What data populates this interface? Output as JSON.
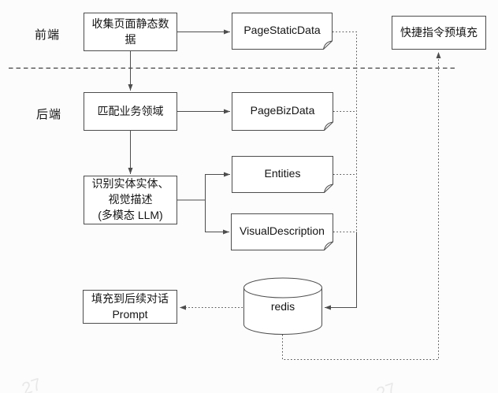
{
  "diagram": {
    "lanes": {
      "frontend": "前端",
      "backend": "后端"
    },
    "nodes": {
      "collect_static": "收集页面静态数据",
      "page_static_data": "PageStaticData",
      "shortcut_prefill": "快捷指令预填充",
      "match_biz_domain": "匹配业务领域",
      "page_biz_data": "PageBizData",
      "recognize_entities": {
        "lines": [
          "识别实体实体、视觉描述",
          "(多模态 LLM)"
        ]
      },
      "entities": "Entities",
      "visual_description": "VisualDescription",
      "fill_prompt": {
        "lines": [
          "填充到后续对话",
          "Prompt"
        ]
      },
      "redis": "redis"
    },
    "edges": [
      {
        "from": "collect_static",
        "to": "page_static_data",
        "style": "solid-arrow"
      },
      {
        "from": "collect_static",
        "to": "match_biz_domain",
        "style": "solid-arrow"
      },
      {
        "from": "match_biz_domain",
        "to": "page_biz_data",
        "style": "solid-arrow"
      },
      {
        "from": "match_biz_domain",
        "to": "recognize_entities",
        "style": "solid-arrow"
      },
      {
        "from": "recognize_entities",
        "to": "entities",
        "style": "solid-arrow"
      },
      {
        "from": "recognize_entities",
        "to": "visual_description",
        "style": "solid-arrow"
      },
      {
        "from": "page_static_data",
        "to": "redis",
        "style": "dotted"
      },
      {
        "from": "page_biz_data",
        "to": "redis",
        "style": "dotted"
      },
      {
        "from": "entities",
        "to": "redis",
        "style": "dotted"
      },
      {
        "from": "visual_description",
        "to": "redis",
        "style": "solid-arrow"
      },
      {
        "from": "redis",
        "to": "fill_prompt",
        "style": "dotted-arrow"
      },
      {
        "from": "redis",
        "to": "shortcut_prefill",
        "style": "dotted-arrow"
      }
    ],
    "colors": {
      "line": "#4d4d4d",
      "text": "#141414",
      "node_fill": "#ffffff",
      "background": "#fcfcfc"
    },
    "watermark": "27"
  }
}
